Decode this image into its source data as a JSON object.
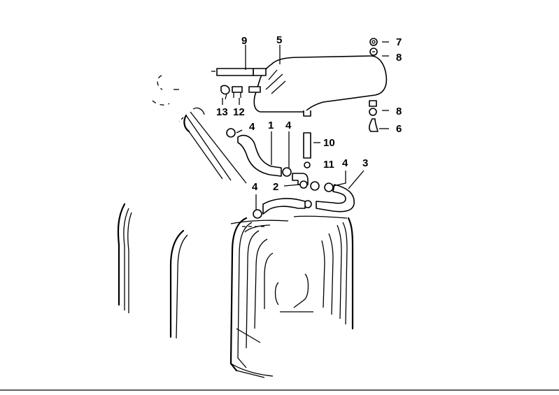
{
  "diagram": {
    "parts": [
      {
        "number": "1"
      },
      {
        "number": "2"
      },
      {
        "number": "3"
      },
      {
        "number": "4"
      },
      {
        "number": "4"
      },
      {
        "number": "4"
      },
      {
        "number": "4"
      },
      {
        "number": "5"
      },
      {
        "number": "6"
      },
      {
        "number": "7"
      },
      {
        "number": "8"
      },
      {
        "number": "8"
      },
      {
        "number": "9"
      },
      {
        "number": "10"
      },
      {
        "number": "11"
      },
      {
        "number": "12"
      },
      {
        "number": "13"
      }
    ]
  }
}
